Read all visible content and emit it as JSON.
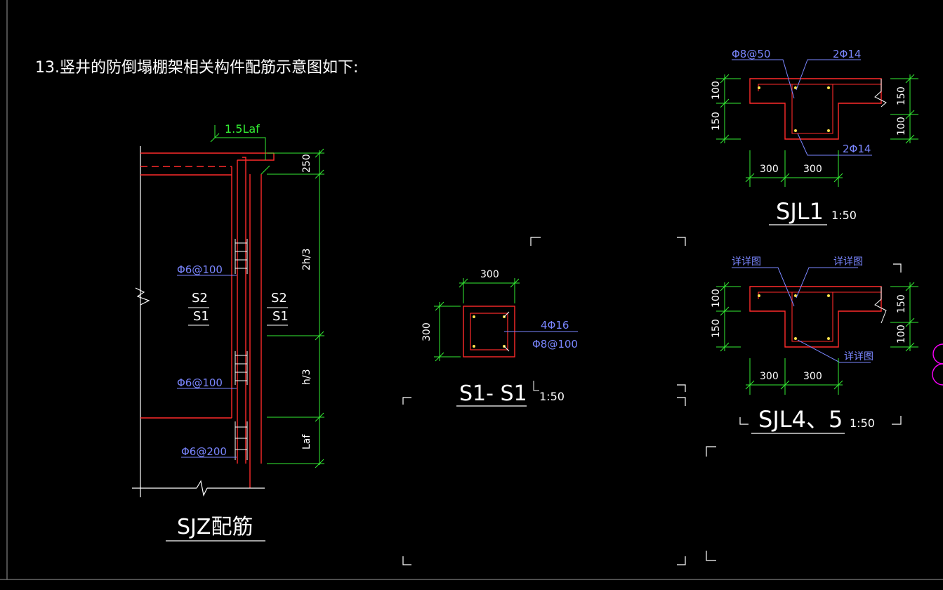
{
  "note": "13.竖井的防倒塌棚架相关构件配筋示意图如下:",
  "colors": {
    "background": "#000000",
    "concrete": "#ff2a2a",
    "rebar": "#ffffff",
    "dimension": "#33ee33",
    "leader": "#7a86ff",
    "text": "#ffffff",
    "stirrup_dot": "#ffe34d",
    "magenta": "#ff00ff"
  },
  "sjz": {
    "title": "SJZ配筋",
    "anchor_label": "1.5Laf",
    "dims": [
      "250",
      "2h/3",
      "h/3",
      "Laf"
    ],
    "stirrups": [
      "Φ6@100",
      "Φ6@100",
      "Φ6@200"
    ],
    "sec_left_top": "S2",
    "sec_left_bottom": "S1",
    "sec_right_top": "S2",
    "sec_right_bottom": "S1"
  },
  "s1": {
    "title": "S1- S1",
    "scale": "1:50",
    "dim_width": "300",
    "dim_height": "300",
    "main_bars": "4Φ16",
    "stirrup": "Φ8@100"
  },
  "sjl1": {
    "title": "SJL1",
    "scale": "1:50",
    "top_left_label": "Φ8@50",
    "top_right_label": "2Φ14",
    "bottom_right_label": "2Φ14",
    "dims_left": [
      "100",
      "150"
    ],
    "dims_right": [
      "150",
      "100"
    ],
    "dims_bottom": [
      "300",
      "300"
    ]
  },
  "sjl45": {
    "title": "SJL4、5",
    "scale": "1:50",
    "top_left_label": "详详图",
    "top_right_label": "详详图",
    "bottom_right_label": "详详图",
    "dims_left": [
      "100",
      "150"
    ],
    "dims_right": [
      "150",
      "100"
    ],
    "dims_bottom": [
      "300",
      "300"
    ]
  }
}
